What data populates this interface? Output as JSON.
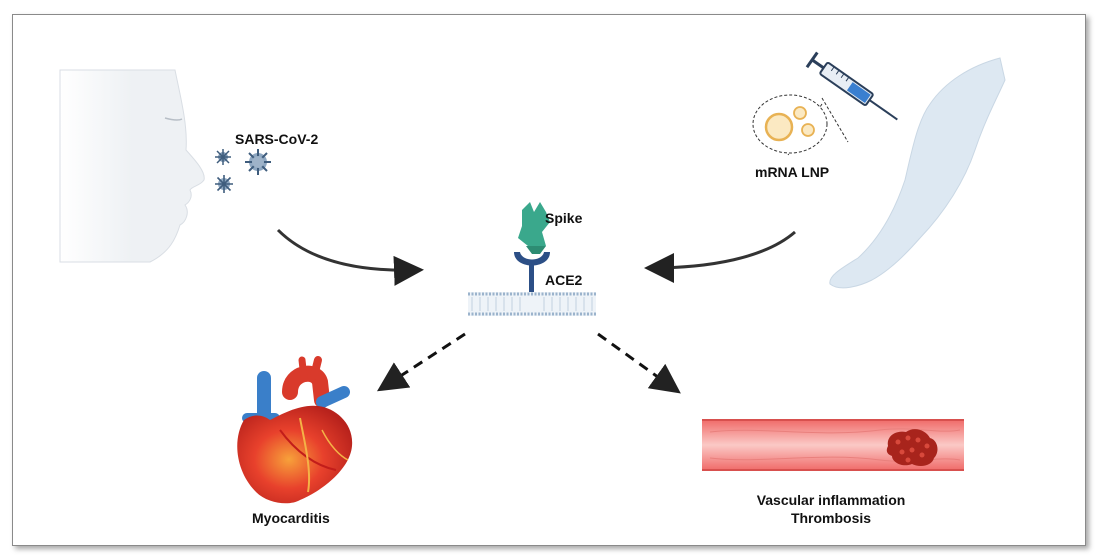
{
  "labels": {
    "virus": "SARS-CoV-2",
    "vaccine": "mRNA LNP",
    "spike": "Spike",
    "receptor": "ACE2",
    "heart": "Myocarditis",
    "vessel_line1": "Vascular inflammation",
    "vessel_line2": "Thrombosis"
  },
  "colors": {
    "skin": "#e9edf1",
    "arm": "#dde8f2",
    "spike": "#3aa88c",
    "ace2": "#2c4f86",
    "membrane": "#9bb3cc",
    "virus": "#6b8aa8",
    "heart": "#d93a2b",
    "vessel": "#f5a3a0",
    "clot": "#a8241c"
  },
  "icons": [
    "face-profile",
    "virus-particle",
    "syringe",
    "lipid-nanoparticle",
    "arm",
    "spike-protein",
    "ace2-receptor",
    "cell-membrane",
    "heart",
    "blood-vessel",
    "blood-clot"
  ]
}
